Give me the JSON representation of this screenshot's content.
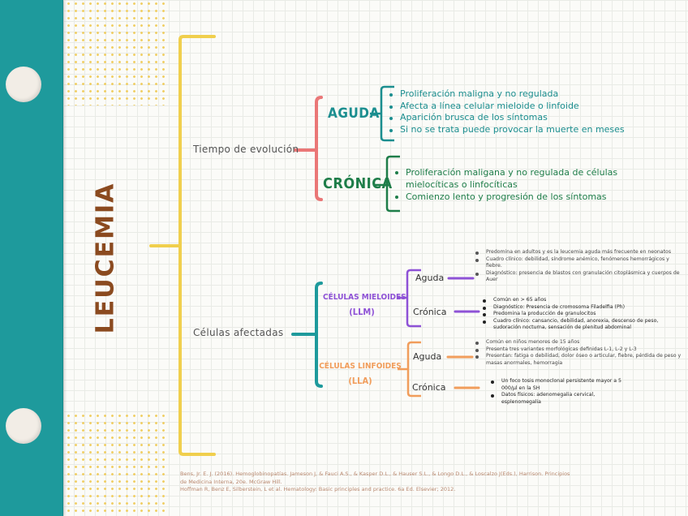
{
  "title": "LEUCEMIA",
  "colors": {
    "band": "#1e9a9c",
    "yellow": "#f0cf4d",
    "pink": "#ea7777",
    "teal": "#1b8e8f",
    "green": "#1e7d49",
    "purple": "#8e52d6",
    "orange": "#f19d5b",
    "title": "#8b4a1f"
  },
  "branches": {
    "tiempo": {
      "label": "Tiempo de evolución",
      "aguda": {
        "label": "AGUDA",
        "points": [
          "Proliferación maligna y no regulada",
          "Afecta a línea celular mieloide o linfoide",
          "Aparición brusca de los síntomas",
          "Si no se trata puede provocar la muerte en meses"
        ]
      },
      "cronica": {
        "label": "CRÓNICA",
        "points": [
          "Proliferación maligana y no regulada de células mielocíticas o linfocíticas",
          "Comienzo lento y progresión de los síntomas"
        ]
      }
    },
    "celulas": {
      "label": "Células afectadas",
      "mieloides": {
        "label_line1": "CÉLULAS MIELOIDES",
        "label_line2": "(LLM)",
        "aguda_label": "Aguda",
        "aguda_points": [
          "Predomina en adultos y es la leucemia aguda más frecuente en neonatos",
          "Cuadro clínico: debilidad, síndrome anémico, fenómenos hemorrágicos y fiebre.",
          "Diagnóstico: presencia de blastos con granulación citoplásmica y cuerpos de Auer"
        ],
        "cronica_label": "Crónica",
        "cronica_points": [
          "Común en > 65 años",
          "Diagnóstico: Presencia de cromosoma Filadelfia (Ph)",
          "Predomina la producción de granulocitos",
          "Cuadro clínico: cansancio, debilidad, anorexia, descenso de peso, sudoración nocturna, sensación de plenitud abdominal"
        ]
      },
      "linfoides": {
        "label_line1": "CÉLULAS LINFOIDES",
        "label_line2": "(LLA)",
        "aguda_label": "Aguda",
        "aguda_points": [
          "Común en niños menores de 15 años",
          "Presenta tres variantes morfológicas definidas L-1, L-2 y L-3",
          "Presentan: fatiga o debilidad, dolor óseo o articular, fiebre, pérdida de peso y masas anormales, hemorragia"
        ],
        "cronica_label": "Crónica",
        "cronica_points": [
          "Un foco tosis monoclonal persistente mayor a 5 000/μl en la SH",
          "Datos físicos: adenomegalia cervical, esplenomegalia"
        ]
      }
    }
  },
  "references": [
    "Bens, Jr. E. J. (2016). Hemoglobinopatías. Jameson J, & Fauci A.S., & Kasper D.L., & Hauser S.L., & Longo D.L., & Loscalzo J(Eds.), Harrison. Principios de Medicina Interna, 20e. McGraw Hill.",
    "Hoffman R, Benz E, Silberstein, L et al. Hematology: Basic principles and practice. 6a Ed. Elsevier; 2012."
  ]
}
